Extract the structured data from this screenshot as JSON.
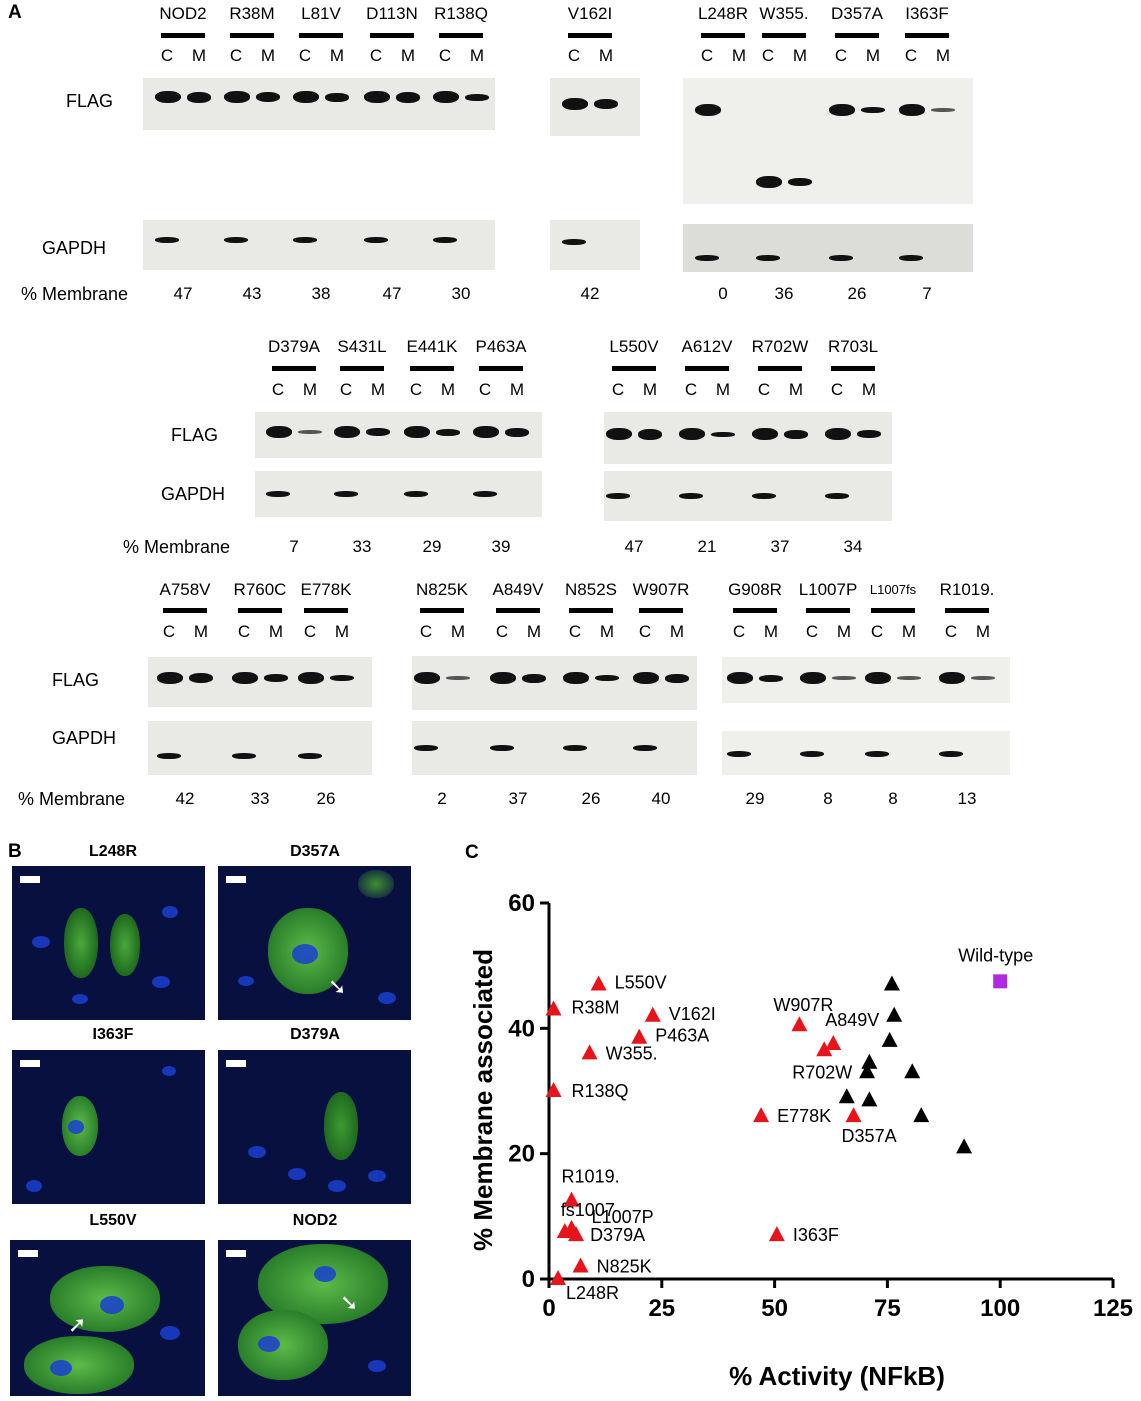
{
  "panelA": {
    "label": "A",
    "row_labels": {
      "flag": "FLAG",
      "gapdh": "GAPDH",
      "membrane": "% Membrane"
    },
    "cm": {
      "c": "C",
      "m": "M"
    },
    "groups": [
      {
        "lanes": [
          "NOD2",
          "R38M",
          "L81V",
          "D113N",
          "R138Q"
        ],
        "pct": [
          "47",
          "43",
          "38",
          "47",
          "30"
        ]
      },
      {
        "lanes": [
          "V162I"
        ],
        "pct": [
          "42"
        ]
      },
      {
        "lanes": [
          "L248R",
          "W355.",
          "D357A",
          "I363F"
        ],
        "pct": [
          "0",
          "36",
          "26",
          "7"
        ]
      },
      {
        "lanes": [
          "D379A",
          "S431L",
          "E441K",
          "P463A"
        ],
        "pct": [
          "7",
          "33",
          "29",
          "39"
        ]
      },
      {
        "lanes": [
          "L550V",
          "A612V",
          "R702W",
          "R703L"
        ],
        "pct": [
          "47",
          "21",
          "37",
          "34"
        ]
      },
      {
        "lanes": [
          "A758V",
          "R760C",
          "E778K"
        ],
        "pct": [
          "42",
          "33",
          "26"
        ]
      },
      {
        "lanes": [
          "N825K",
          "A849V",
          "N852S",
          "W907R"
        ],
        "pct": [
          "2",
          "37",
          "26",
          "40"
        ]
      },
      {
        "lanes": [
          "G908R",
          "L1007P",
          "L1007fs",
          "R1019."
        ],
        "pct": [
          "29",
          "8",
          "8",
          "13"
        ]
      }
    ]
  },
  "panelB": {
    "label": "B",
    "images": [
      "L248R",
      "D357A",
      "I363F",
      "D379A",
      "L550V",
      "NOD2"
    ]
  },
  "panelC": {
    "label": "C",
    "chart_data": {
      "type": "scatter",
      "xlabel": "% Activity (NFkB)",
      "ylabel": "% Membrane associated",
      "xlim": [
        0,
        125
      ],
      "ylim": [
        0,
        60
      ],
      "xticks": [
        "0",
        "25",
        "50",
        "75",
        "100",
        "125"
      ],
      "yticks": [
        "0",
        "20",
        "40",
        "60"
      ],
      "series": [
        {
          "marker": "triangle",
          "color": "#e8141b",
          "points": [
            {
              "label": "L550V",
              "x": 11,
              "y": 47
            },
            {
              "label": "R38M",
              "x": 1,
              "y": 43
            },
            {
              "label": "V162I",
              "x": 23,
              "y": 42
            },
            {
              "label": "P463A",
              "x": 20,
              "y": 38.5
            },
            {
              "label": "W355.",
              "x": 9,
              "y": 36
            },
            {
              "label": "R138Q",
              "x": 1,
              "y": 30
            },
            {
              "label": "W907R",
              "x": 55.5,
              "y": 40.5
            },
            {
              "label": "A849V",
              "x": 63,
              "y": 37.5
            },
            {
              "label": "R702W",
              "x": 61,
              "y": 36.5
            },
            {
              "label": "E778K",
              "x": 47,
              "y": 26
            },
            {
              "label": "D357A",
              "x": 67.5,
              "y": 26
            },
            {
              "label": "R1019.",
              "x": 5,
              "y": 12.5
            },
            {
              "label": "fs1007",
              "x": 3.5,
              "y": 7.5
            },
            {
              "label": "L1007P",
              "x": 5,
              "y": 8
            },
            {
              "label": "D379A",
              "x": 6,
              "y": 7
            },
            {
              "label": "I363F",
              "x": 50.5,
              "y": 7
            },
            {
              "label": "N825K",
              "x": 7,
              "y": 2
            },
            {
              "label": "L248R",
              "x": 2,
              "y": 0
            }
          ]
        },
        {
          "marker": "triangle",
          "color": "#000000",
          "points": [
            {
              "x": 76,
              "y": 47
            },
            {
              "x": 76.5,
              "y": 42
            },
            {
              "x": 75.5,
              "y": 38
            },
            {
              "x": 71,
              "y": 34.5
            },
            {
              "x": 70.5,
              "y": 33
            },
            {
              "x": 80.5,
              "y": 33
            },
            {
              "x": 66,
              "y": 29
            },
            {
              "x": 71,
              "y": 28.5
            },
            {
              "x": 82.5,
              "y": 26
            },
            {
              "x": 92,
              "y": 21
            }
          ]
        },
        {
          "name": "Wild-type",
          "marker": "square",
          "color": "#b02be0",
          "points": [
            {
              "label": "Wild-type",
              "x": 100,
              "y": 47.5
            }
          ]
        }
      ]
    }
  }
}
